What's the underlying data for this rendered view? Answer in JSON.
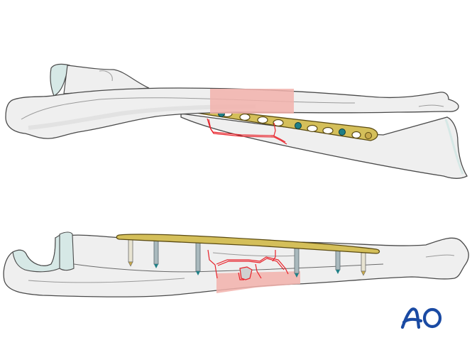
{
  "figure": {
    "views": [
      {
        "id": "top-view",
        "label": "Forearm bones, lateral view with plate applied on bone",
        "implant": "plate-with-oval-holes",
        "screws_visible": 3
      },
      {
        "id": "bottom-view",
        "label": "Forearm bones, side view with plate and screws",
        "screws_visible": 6
      }
    ],
    "colors": {
      "bone_fill": "#efefef",
      "bone_shadow": "#e2e2e2",
      "bone_outline": "#4a4a4a",
      "cartilage": "#d6e8e6",
      "fracture_zone": "#f2b1ab",
      "fracture_lines": "#e8222a",
      "plate": "#d4bf5a",
      "plate_outline": "#5a4a12",
      "screw_head": "#1f7f86",
      "screw_shaft": "#a9b9bd",
      "screw_tip_gold": "#c8a94a",
      "logo": "#1a4aa3"
    }
  },
  "logo": {
    "text": "AO"
  }
}
